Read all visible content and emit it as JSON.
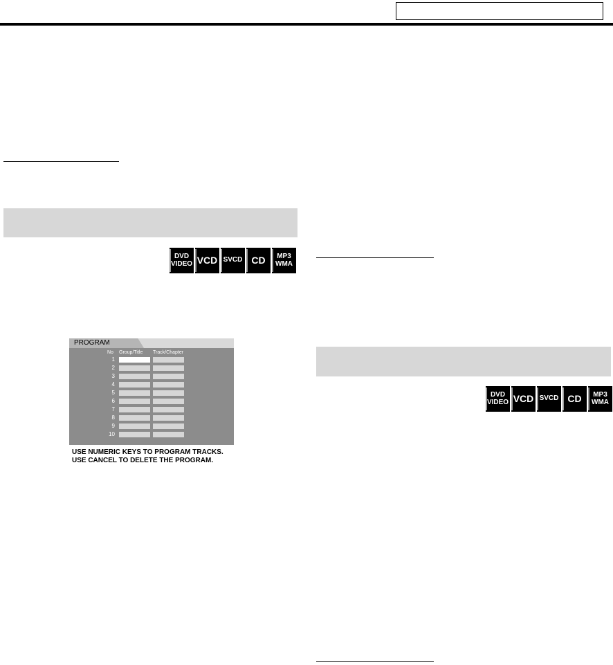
{
  "program_screen": {
    "tab_label": "PROGRAM",
    "columns": {
      "no": "No",
      "group_title": "Group/Title",
      "track_chapter": "Track/Chapter"
    },
    "rows": [
      "1",
      "2",
      "3",
      "4",
      "5",
      "6",
      "7",
      "8",
      "9",
      "10"
    ],
    "instructions": [
      "USE NUMERIC KEYS TO PROGRAM TRACKS.",
      "USE CANCEL TO DELETE THE PROGRAM."
    ]
  },
  "disc_badges": [
    {
      "line1": "DVD",
      "line2": "VIDEO"
    },
    {
      "line1": "VCD",
      "line2": ""
    },
    {
      "line1": "SVCD",
      "line2": ""
    },
    {
      "line1": "CD",
      "line2": ""
    },
    {
      "line1": "MP3",
      "line2": "WMA"
    }
  ]
}
